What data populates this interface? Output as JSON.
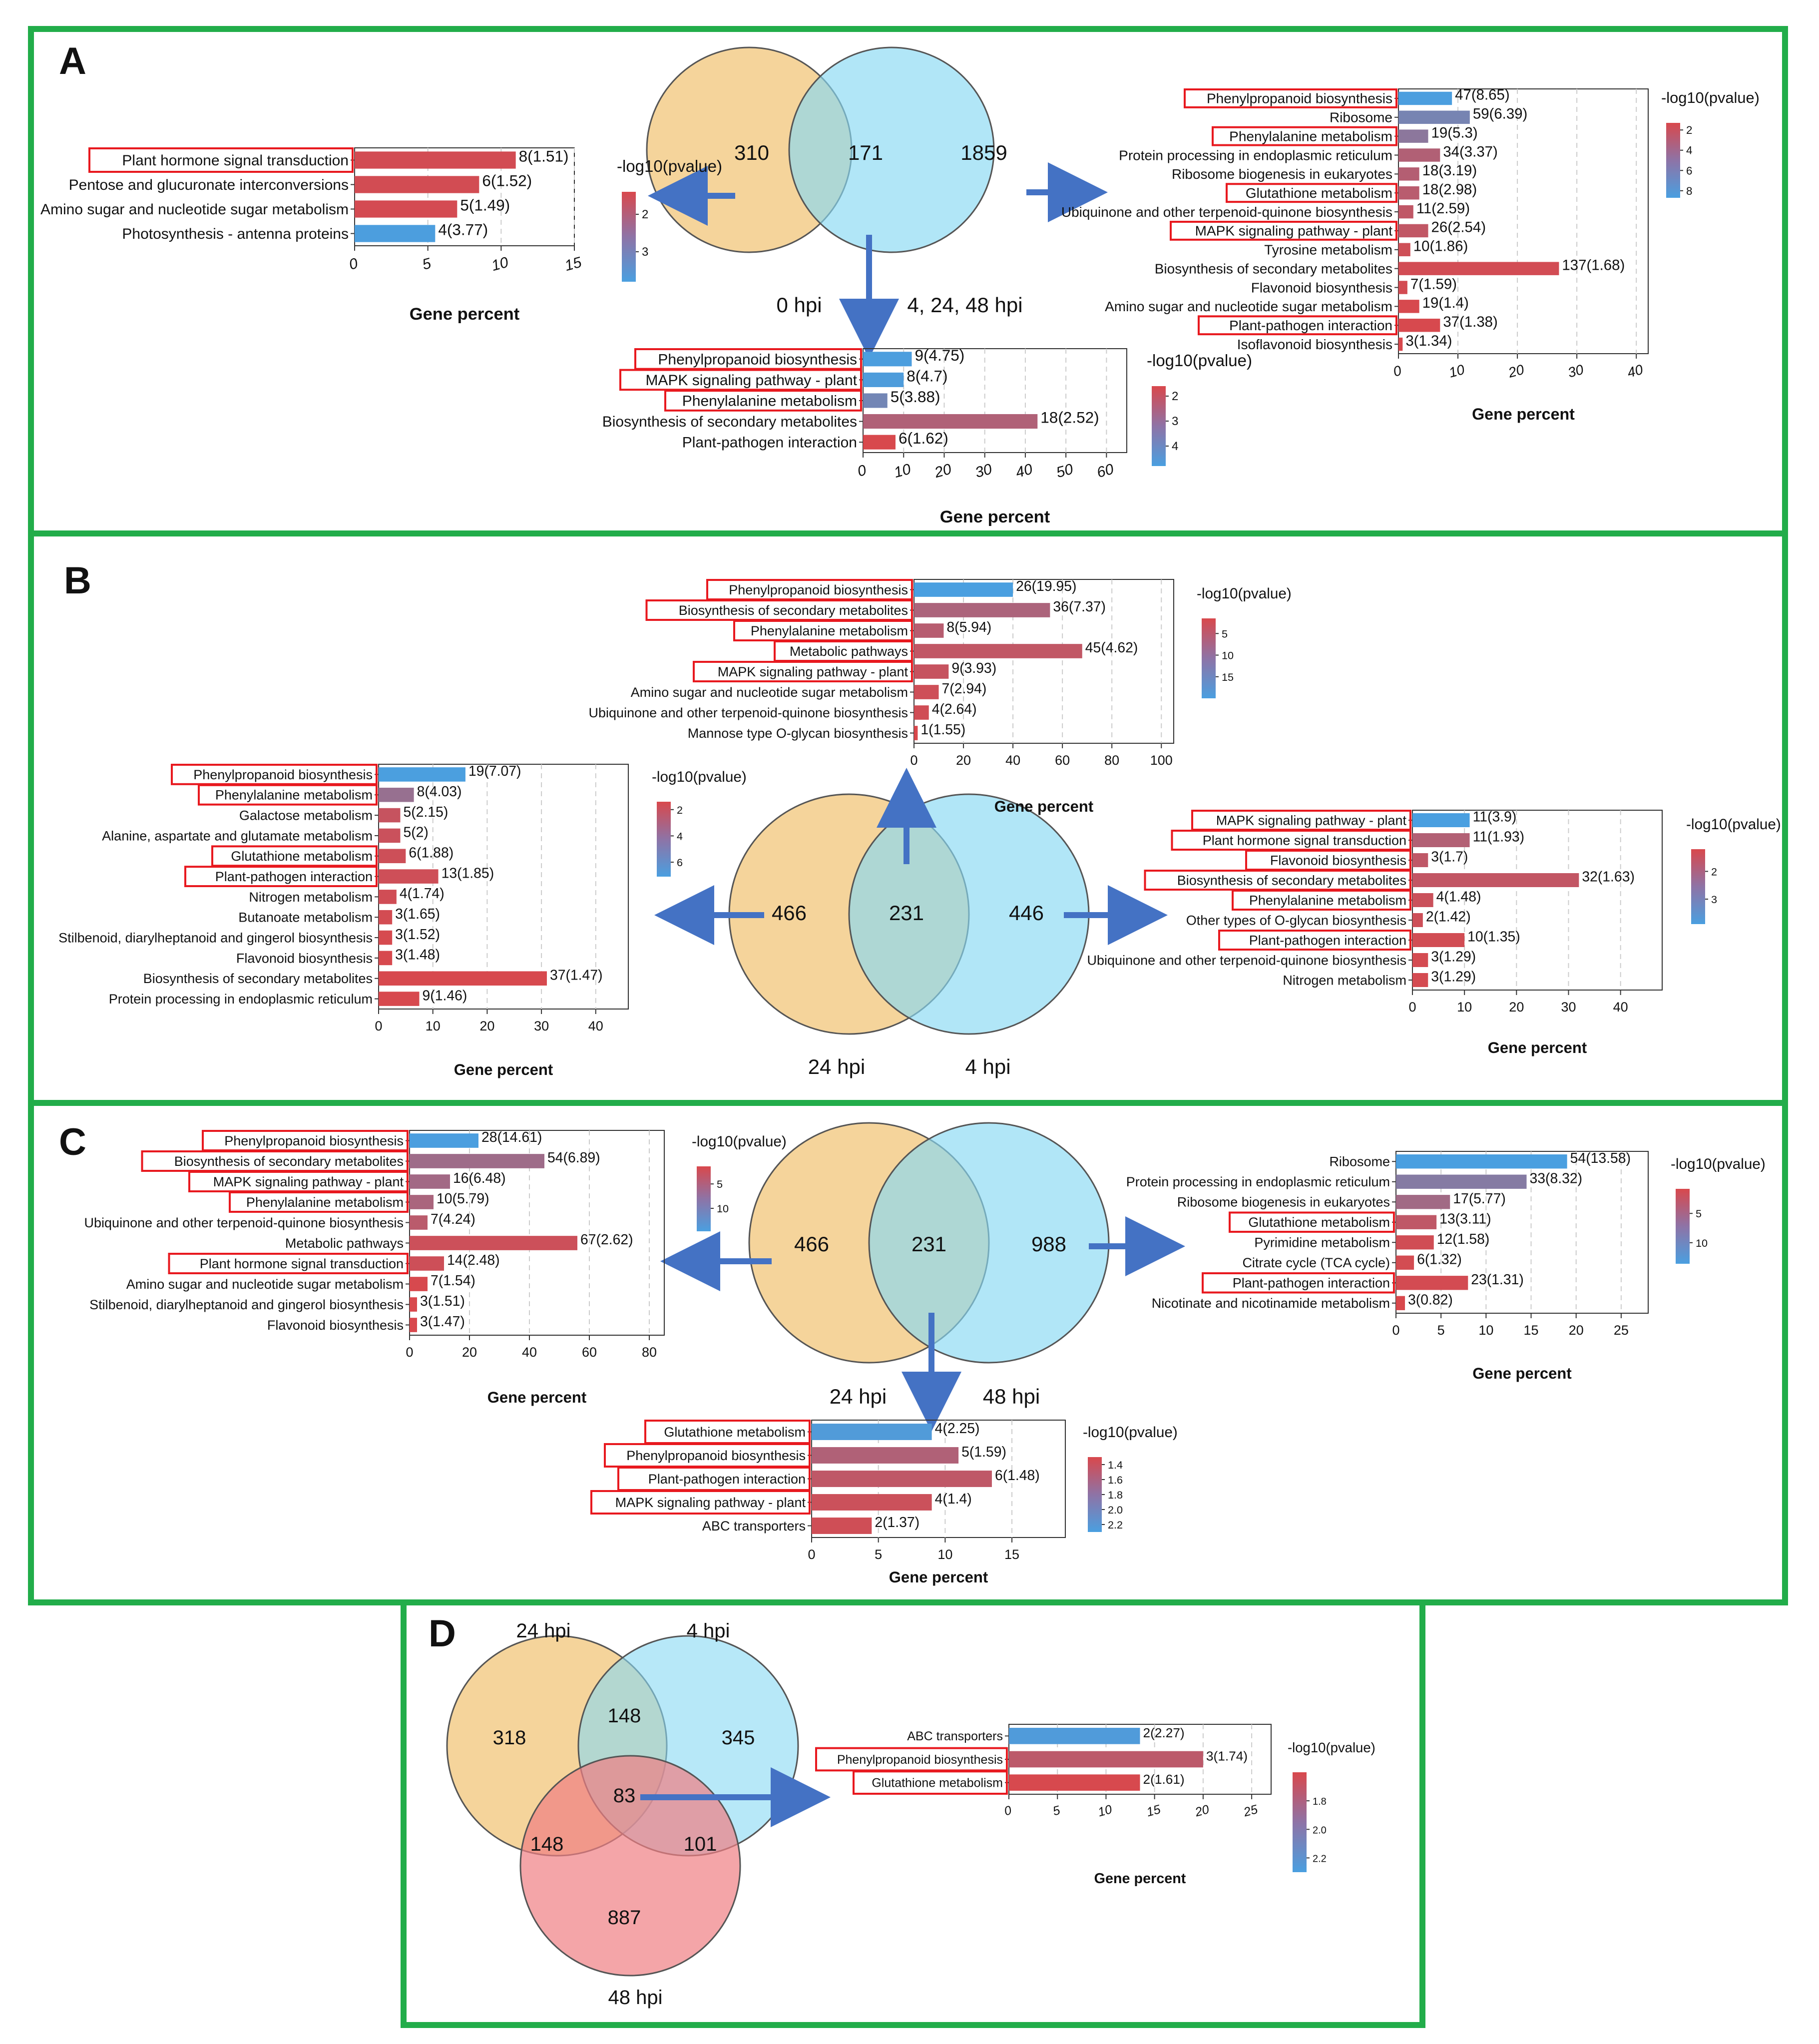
{
  "colors": {
    "panel_border": "#22ad4a",
    "highlight_box": "#e8191f",
    "arrow": "#4472c4",
    "venn_orange": "#f2c57a",
    "venn_blue": "#87d8f3",
    "venn_pink": "#f07f83",
    "bar_high": "#d9484c",
    "bar_low": "#4a9fe0",
    "grid": "#cccccc"
  },
  "panels": [
    {
      "label": "A",
      "venn": {
        "counts": [
          "310",
          "171",
          "1859"
        ],
        "set_labels": [
          "0 hpi",
          "4, 24, 48 hpi"
        ]
      },
      "charts": [
        {
          "type": "bar",
          "categories": [
            "Plant hormone signal transduction",
            "Pentose and glucuronate interconversions",
            "Amino sugar and nucleotide sugar metabolism",
            "Photosynthesis - antenna proteins"
          ],
          "values": [
            11,
            8.5,
            7,
            5.5
          ],
          "labels": [
            "8(1.51)",
            "6(1.52)",
            "5(1.49)",
            "4(3.77)"
          ],
          "pvalues": [
            1.51,
            1.52,
            1.49,
            3.77
          ],
          "highlight": [
            true,
            false,
            false,
            false
          ],
          "xticks": [
            "0",
            "5",
            "10",
            "15"
          ],
          "xlim": [
            0,
            15
          ],
          "xlabel": "Gene percent",
          "legend_title": "-log10(pvalue)",
          "legend_ticks": [
            "2",
            "3"
          ],
          "legend_range": [
            1.4,
            3.8
          ]
        },
        {
          "type": "bar",
          "categories": [
            "Phenylpropanoid biosynthesis",
            "Ribosome",
            "Phenylalanine metabolism",
            "Protein processing in endoplasmic reticulum",
            "Ribosome biogenesis in eukaryotes",
            "Glutathione metabolism",
            "Ubiquinone and other terpenoid-quinone biosynthesis",
            "MAPK signaling pathway - plant",
            "Tyrosine metabolism",
            "Biosynthesis of secondary metabolites",
            "Flavonoid biosynthesis",
            "Amino sugar and nucleotide sugar metabolism",
            "Plant-pathogen interaction",
            "Isoflavonoid biosynthesis"
          ],
          "values": [
            9,
            12,
            5,
            7,
            3.5,
            3.5,
            2.5,
            5,
            2,
            27,
            1.5,
            3.5,
            7,
            0.7
          ],
          "labels": [
            "47(8.65)",
            "59(6.39)",
            "19(5.3)",
            "34(3.37)",
            "18(3.19)",
            "18(2.98)",
            "11(2.59)",
            "26(2.54)",
            "10(1.86)",
            "137(1.68)",
            "7(1.59)",
            "19(1.4)",
            "37(1.38)",
            "3(1.34)"
          ],
          "pvalues": [
            8.65,
            6.39,
            5.3,
            3.37,
            3.19,
            2.98,
            2.59,
            2.54,
            1.86,
            1.68,
            1.59,
            1.4,
            1.38,
            1.34
          ],
          "highlight": [
            true,
            false,
            true,
            false,
            false,
            true,
            false,
            true,
            false,
            false,
            false,
            false,
            true,
            false
          ],
          "xticks": [
            "0",
            "10",
            "20",
            "30",
            "40"
          ],
          "xlim": [
            0,
            42
          ],
          "xlabel": "Gene percent",
          "legend_title": "-log10(pvalue)",
          "legend_ticks": [
            "2",
            "4",
            "6",
            "8"
          ],
          "legend_range": [
            1.3,
            8.7
          ]
        },
        {
          "type": "bar",
          "categories": [
            "Phenylpropanoid biosynthesis",
            "MAPK signaling pathway - plant",
            "Phenylalanine metabolism",
            "Biosynthesis of secondary metabolites",
            "Plant-pathogen interaction"
          ],
          "values": [
            12,
            10,
            6,
            43,
            8
          ],
          "labels": [
            "9(4.75)",
            "8(4.7)",
            "5(3.88)",
            "18(2.52)",
            "6(1.62)"
          ],
          "pvalues": [
            4.75,
            4.7,
            3.88,
            2.52,
            1.62
          ],
          "highlight": [
            true,
            true,
            true,
            false,
            false
          ],
          "xticks": [
            "0",
            "10",
            "20",
            "30",
            "40",
            "50",
            "60"
          ],
          "xlim": [
            0,
            65
          ],
          "xlabel": "Gene percent",
          "legend_title": "-log10(pvalue)",
          "legend_ticks": [
            "2",
            "3",
            "4"
          ],
          "legend_range": [
            1.6,
            4.8
          ]
        }
      ]
    },
    {
      "label": "B",
      "venn": {
        "counts": [
          "466",
          "231",
          "446"
        ],
        "set_labels": [
          "24 hpi",
          "4 hpi"
        ]
      },
      "charts": [
        {
          "type": "bar",
          "categories": [
            "Phenylpropanoid biosynthesis",
            "Biosynthesis of secondary metabolites",
            "Phenylalanine metabolism",
            "Metabolic pathways",
            "MAPK signaling pathway - plant",
            "Amino sugar and nucleotide sugar metabolism",
            "Ubiquinone and other terpenoid-quinone biosynthesis",
            "Mannose type O-glycan biosynthesis"
          ],
          "values": [
            40,
            55,
            12,
            68,
            14,
            10,
            6,
            1.5
          ],
          "labels": [
            "26(19.95)",
            "36(7.37)",
            "8(5.94)",
            "45(4.62)",
            "9(3.93)",
            "7(2.94)",
            "4(2.64)",
            "1(1.55)"
          ],
          "pvalues": [
            19.95,
            7.37,
            5.94,
            4.62,
            3.93,
            2.94,
            2.64,
            1.55
          ],
          "highlight": [
            true,
            true,
            true,
            true,
            true,
            false,
            false,
            false
          ],
          "xticks": [
            "0",
            "20",
            "40",
            "60",
            "80",
            "100"
          ],
          "xlim": [
            0,
            105
          ],
          "xlabel": "Gene percent",
          "legend_title": "-log10(pvalue)",
          "legend_ticks": [
            "5",
            "10",
            "15"
          ],
          "legend_range": [
            1.5,
            20
          ]
        },
        {
          "type": "bar",
          "categories": [
            "Phenylpropanoid biosynthesis",
            "Phenylalanine metabolism",
            "Galactose metabolism",
            "Alanine, aspartate and glutamate metabolism",
            "Glutathione metabolism",
            "Plant-pathogen interaction",
            "Nitrogen metabolism",
            "Butanoate metabolism",
            "Stilbenoid, diarylheptanoid and gingerol biosynthesis",
            "Flavonoid biosynthesis",
            "Biosynthesis of secondary metabolites",
            "Protein processing in endoplasmic reticulum"
          ],
          "values": [
            16,
            6.5,
            4,
            4,
            5,
            11,
            3.3,
            2.5,
            2.5,
            2.5,
            31,
            7.5
          ],
          "labels": [
            "19(7.07)",
            "8(4.03)",
            "5(2.15)",
            "5(2)",
            "6(1.88)",
            "13(1.85)",
            "4(1.74)",
            "3(1.65)",
            "3(1.52)",
            "3(1.48)",
            "37(1.47)",
            "9(1.46)"
          ],
          "pvalues": [
            7.07,
            4.03,
            2.15,
            2,
            1.88,
            1.85,
            1.74,
            1.65,
            1.52,
            1.48,
            1.47,
            1.46
          ],
          "highlight": [
            true,
            true,
            false,
            false,
            true,
            true,
            false,
            false,
            false,
            false,
            false,
            false
          ],
          "xticks": [
            "0",
            "10",
            "20",
            "30",
            "40"
          ],
          "xlim": [
            0,
            46
          ],
          "xlabel": "Gene percent",
          "legend_title": "-log10(pvalue)",
          "legend_ticks": [
            "2",
            "4",
            "6"
          ],
          "legend_range": [
            1.4,
            7.1
          ]
        },
        {
          "type": "bar",
          "categories": [
            "MAPK signaling pathway - plant",
            "Plant hormone signal transduction",
            "Flavonoid biosynthesis",
            "Biosynthesis of secondary metabolites",
            "Phenylalanine metabolism",
            "Other types of O-glycan biosynthesis",
            "Plant-pathogen interaction",
            "Ubiquinone and other terpenoid-quinone biosynthesis",
            "Nitrogen metabolism"
          ],
          "values": [
            11,
            11,
            3,
            32,
            4,
            2,
            10,
            3,
            3
          ],
          "labels": [
            "11(3.9)",
            "11(1.93)",
            "3(1.7)",
            "32(1.63)",
            "4(1.48)",
            "2(1.42)",
            "10(1.35)",
            "3(1.29)",
            "3(1.29)"
          ],
          "pvalues": [
            3.9,
            1.93,
            1.7,
            1.63,
            1.48,
            1.42,
            1.35,
            1.29,
            1.29
          ],
          "highlight": [
            true,
            true,
            true,
            true,
            true,
            false,
            true,
            false,
            false
          ],
          "xticks": [
            "0",
            "10",
            "20",
            "30",
            "40"
          ],
          "xlim": [
            0,
            48
          ],
          "xlabel": "Gene percent",
          "legend_title": "-log10(pvalue)",
          "legend_ticks": [
            "2",
            "3"
          ],
          "legend_range": [
            1.2,
            3.9
          ]
        }
      ]
    },
    {
      "label": "C",
      "venn": {
        "counts": [
          "466",
          "231",
          "988"
        ],
        "set_labels": [
          "24 hpi",
          "48 hpi"
        ]
      },
      "charts": [
        {
          "type": "bar",
          "categories": [
            "Phenylpropanoid biosynthesis",
            "Biosynthesis of secondary metabolites",
            "MAPK signaling pathway - plant",
            "Phenylalanine metabolism",
            "Ubiquinone and other terpenoid-quinone biosynthesis",
            "Metabolic pathways",
            "Plant hormone signal transduction",
            "Amino sugar and nucleotide sugar metabolism",
            "Stilbenoid, diarylheptanoid and gingerol biosynthesis",
            "Flavonoid biosynthesis"
          ],
          "values": [
            23,
            45,
            13.5,
            8,
            6,
            56,
            11.5,
            6,
            2.5,
            2.5
          ],
          "labels": [
            "28(14.61)",
            "54(6.89)",
            "16(6.48)",
            "10(5.79)",
            "7(4.24)",
            "67(2.62)",
            "14(2.48)",
            "7(1.54)",
            "3(1.51)",
            "3(1.47)"
          ],
          "pvalues": [
            14.61,
            6.89,
            6.48,
            5.79,
            4.24,
            2.62,
            2.48,
            1.54,
            1.51,
            1.47
          ],
          "highlight": [
            true,
            true,
            true,
            true,
            false,
            false,
            true,
            false,
            false,
            false
          ],
          "xticks": [
            "0",
            "20",
            "40",
            "60",
            "80"
          ],
          "xlim": [
            0,
            85
          ],
          "xlabel": "Gene percent",
          "legend_title": "-log10(pvalue)",
          "legend_ticks": [
            "5",
            "10"
          ],
          "legend_range": [
            1.4,
            14.7
          ]
        },
        {
          "type": "bar",
          "categories": [
            "Ribosome",
            "Protein processing in endoplasmic reticulum",
            "Ribosome biogenesis in eukaryotes",
            "Glutathione metabolism",
            "Pyrimidine metabolism",
            "Citrate cycle (TCA cycle)",
            "Plant-pathogen interaction",
            "Nicotinate and nicotinamide metabolism"
          ],
          "values": [
            19,
            14.5,
            6,
            4.5,
            4.2,
            2,
            8,
            1
          ],
          "labels": [
            "54(13.58)",
            "33(8.32)",
            "17(5.77)",
            "13(3.11)",
            "12(1.58)",
            "6(1.32)",
            "23(1.31)",
            "3(0.82)"
          ],
          "pvalues": [
            13.58,
            8.32,
            5.77,
            3.11,
            1.58,
            1.32,
            1.31,
            0.82
          ],
          "highlight": [
            false,
            false,
            false,
            true,
            false,
            false,
            true,
            false
          ],
          "xticks": [
            "0",
            "5",
            "10",
            "15",
            "20",
            "25"
          ],
          "xlim": [
            0,
            28
          ],
          "xlabel": "Gene percent",
          "legend_title": "-log10(pvalue)",
          "legend_ticks": [
            "5",
            "10"
          ],
          "legend_range": [
            0.8,
            13.6
          ]
        },
        {
          "type": "bar",
          "categories": [
            "Glutathione metabolism",
            "Phenylpropanoid biosynthesis",
            "Plant-pathogen interaction",
            "MAPK signaling pathway - plant",
            "ABC transporters"
          ],
          "values": [
            9,
            11,
            13.5,
            9,
            4.5
          ],
          "labels": [
            "4(2.25)",
            "5(1.59)",
            "6(1.48)",
            "4(1.4)",
            "2(1.37)"
          ],
          "pvalues": [
            2.25,
            1.59,
            1.48,
            1.4,
            1.37
          ],
          "highlight": [
            true,
            true,
            true,
            true,
            false
          ],
          "xticks": [
            "0",
            "5",
            "10",
            "15"
          ],
          "xlim": [
            0,
            19
          ],
          "xlabel": "Gene percent",
          "legend_title": "-log10(pvalue)",
          "legend_ticks": [
            "1.4",
            "1.6",
            "1.8",
            "2.0",
            "2.2"
          ],
          "legend_range": [
            1.3,
            2.3
          ],
          "legend_inverted": true
        }
      ]
    },
    {
      "label": "D",
      "venn": {
        "counts": [
          "318",
          "148",
          "345",
          "148",
          "83",
          "101",
          "887"
        ],
        "set_labels": [
          "24 hpi",
          "4 hpi",
          "48 hpi"
        ]
      },
      "charts": [
        {
          "type": "bar",
          "categories": [
            "ABC transporters",
            "Phenylpropanoid biosynthesis",
            "Glutathione metabolism"
          ],
          "values": [
            13.5,
            20,
            13.5
          ],
          "labels": [
            "2(2.27)",
            "3(1.74)",
            "2(1.61)"
          ],
          "pvalues": [
            2.27,
            1.74,
            1.61
          ],
          "highlight": [
            false,
            true,
            true
          ],
          "xticks": [
            "0",
            "5",
            "10",
            "15",
            "20",
            "25"
          ],
          "xlim": [
            0,
            27
          ],
          "xlabel": "Gene percent",
          "legend_title": "-log10(pvalue)",
          "legend_ticks": [
            "1.8",
            "2.0",
            "2.2"
          ],
          "legend_range": [
            1.6,
            2.3
          ],
          "legend_inverted": true
        }
      ]
    }
  ]
}
